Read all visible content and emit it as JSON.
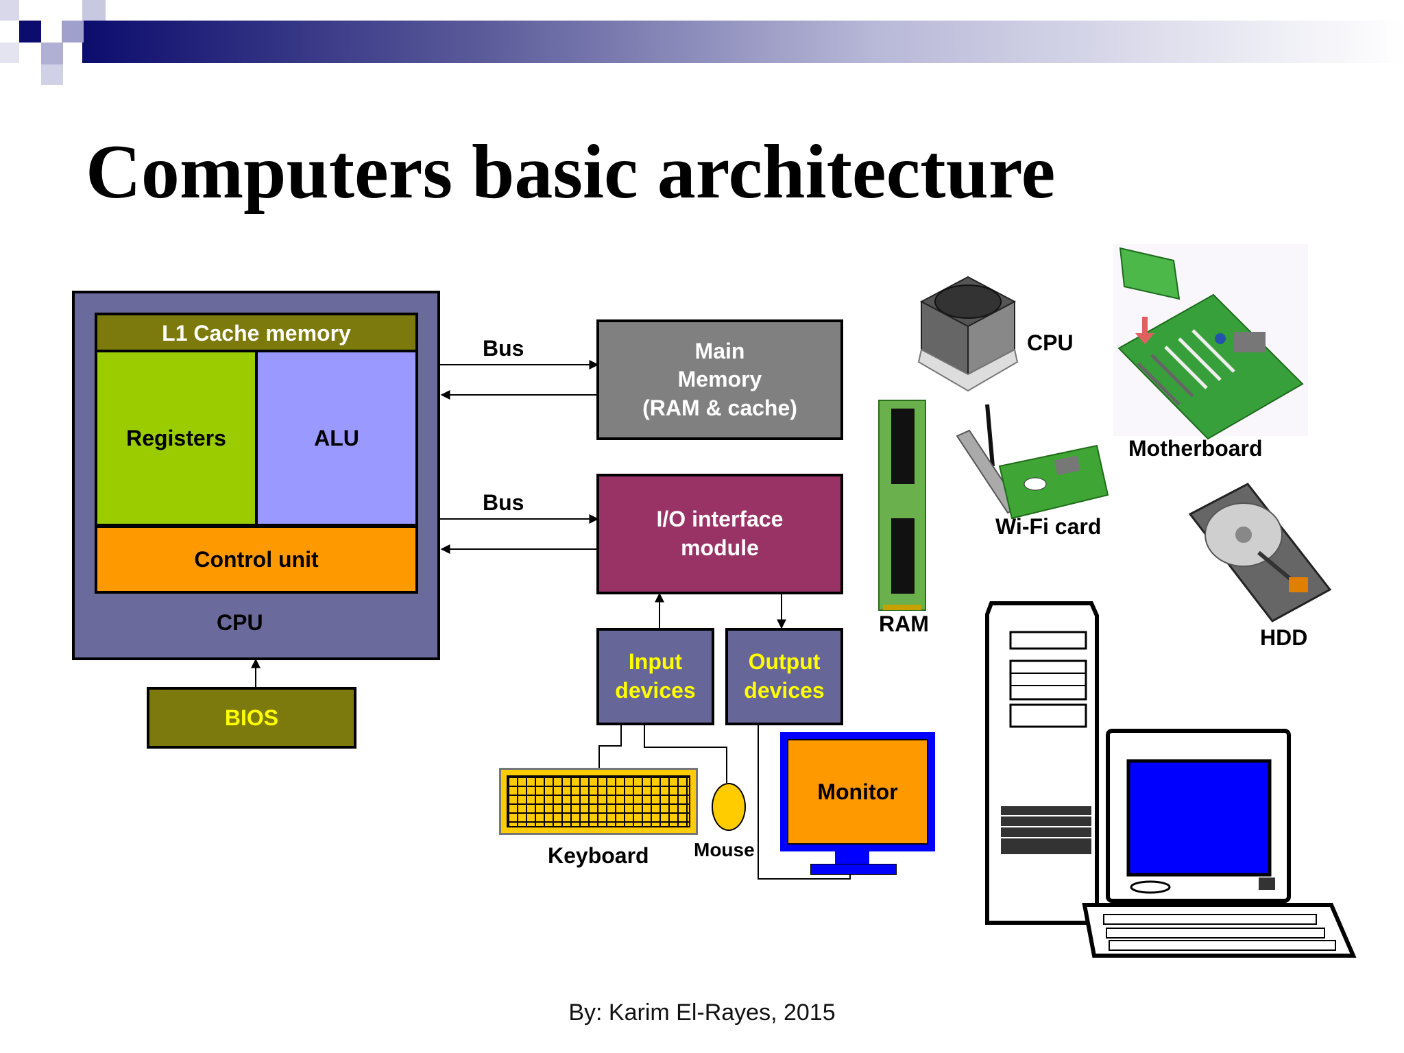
{
  "slide": {
    "title": "Computers basic architecture",
    "footer": "By: Karim El-Rayes, 2015"
  },
  "cpu_block": {
    "l1_cache": "L1 Cache memory",
    "registers": "Registers",
    "alu": "ALU",
    "control_unit": "Control unit",
    "cpu": "CPU",
    "bios": "BIOS"
  },
  "buses": {
    "bus_top": "Bus",
    "bus_bottom": "Bus"
  },
  "main_memory": {
    "label": "Main\nMemory\n(RAM & cache)"
  },
  "io": {
    "interface": "I/O interface\nmodule",
    "input_devices": "Input\ndevices",
    "output_devices": "Output\ndevices"
  },
  "peripherals": {
    "keyboard": "Keyboard",
    "mouse": "Mouse",
    "monitor": "Monitor"
  },
  "hardware_photos": {
    "cpu": "CPU",
    "ram": "RAM",
    "wifi": "Wi-Fi card",
    "motherboard": "Motherboard",
    "hdd": "HDD"
  },
  "colors": {
    "cpu_outer": "#6b6a9c",
    "l1_cache": "#7c7a0c",
    "registers": "#9acc00",
    "alu": "#9999ff",
    "control_unit": "#ff9900",
    "bios": "#7c7a0c",
    "main_memory": "#808080",
    "io_module": "#993366",
    "io_devices": "#666699",
    "device_text": "#ffff00",
    "monitor_frame": "#0000ff",
    "monitor_screen": "#ff9900",
    "keyboard": "#ffcc00"
  }
}
